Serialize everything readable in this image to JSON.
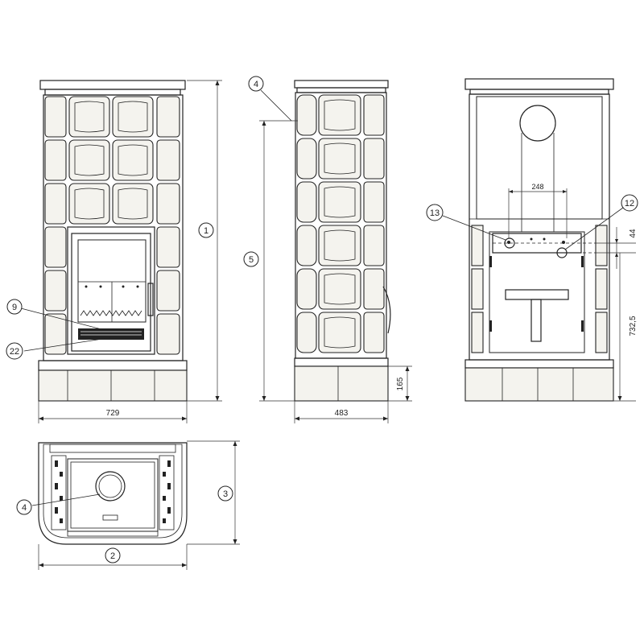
{
  "callouts": {
    "c1": "1",
    "c2": "2",
    "c3": "3",
    "c4_side": "4",
    "c4_plan": "4",
    "c5": "5",
    "c9": "9",
    "c12": "12",
    "c13": "13",
    "c22": "22"
  },
  "dimensions": {
    "front_width": "729",
    "side_depth": "483",
    "base_height": "165",
    "connection_spacing": "248",
    "connection_offset": "44",
    "connection_height": "732,5"
  }
}
